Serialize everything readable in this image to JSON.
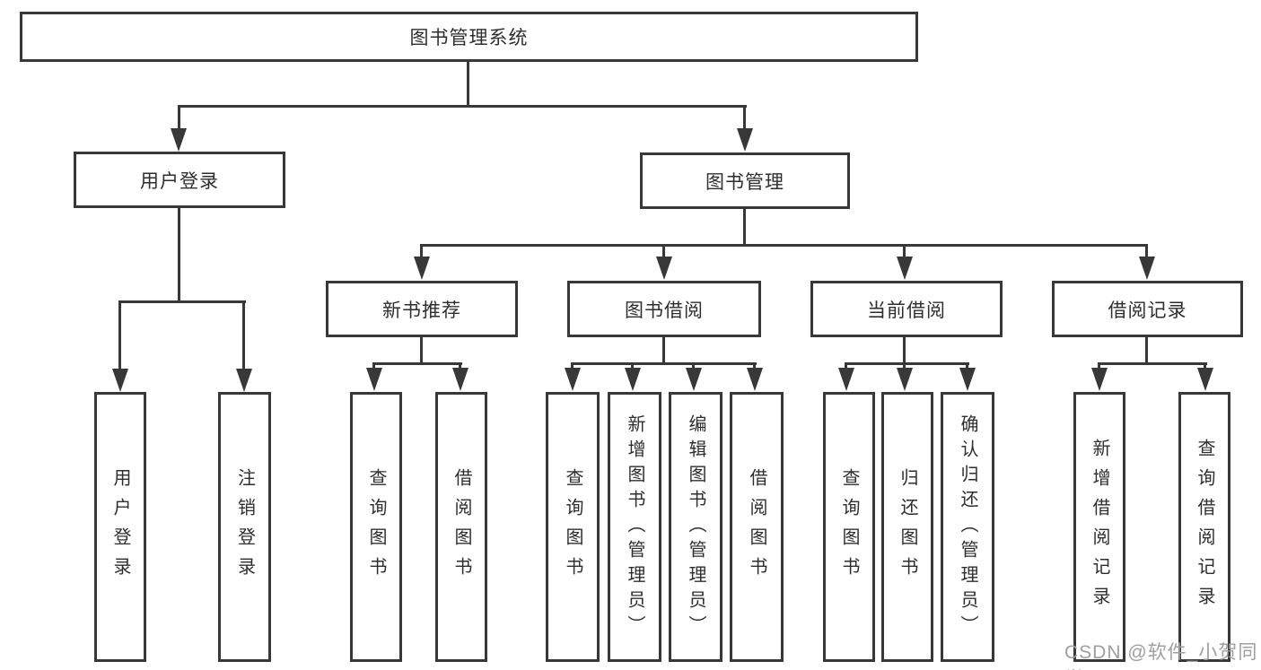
{
  "diagram": {
    "root": "图书管理系统",
    "login": {
      "label": "用户登录",
      "children": [
        "用户登录",
        "注销登录"
      ]
    },
    "management": {
      "label": "图书管理"
    },
    "sections": [
      {
        "label": "新书推荐",
        "children": [
          "查询图书",
          "借阅图书"
        ]
      },
      {
        "label": "图书借阅",
        "children": [
          "查询图书",
          "新增图书（管理员）",
          "编辑图书（管理员）",
          "借阅图书"
        ]
      },
      {
        "label": "当前借阅",
        "children": [
          "查询图书",
          "归还图书",
          "确认归还（管理员）"
        ]
      },
      {
        "label": "借阅记录",
        "children": [
          "新增借阅记录",
          "查询借阅记录"
        ]
      }
    ],
    "colors": {
      "line": "#383838",
      "text": "#2e2e2e",
      "watermark": "#9f9f9f",
      "background": "#ffffff"
    }
  },
  "watermark": {
    "text": "CSDN @软件_小贺同学"
  }
}
